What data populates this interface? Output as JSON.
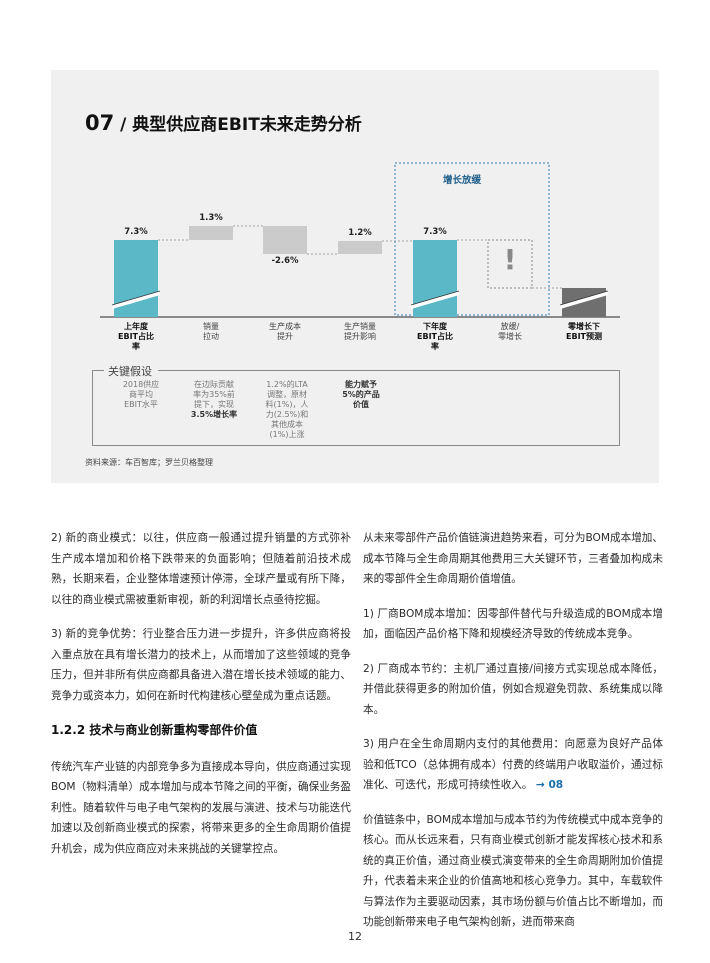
{
  "chart": {
    "number": "07",
    "slash": "/",
    "title": "典型供应商EBIT未来走势分析",
    "growth_box_label": "增长放缓",
    "assumptions_title": "关键假设",
    "assumptions": [
      "2018供应\n商平均\nEBIT水平",
      "在边际贡献\n率为35%前\n提下，实现\n3.5%增长率",
      "1.2%的LTA\n调整，原材\n料(1%)，人\n力(2.5%)和\n其他成本\n(1%)上涨",
      "能力赋予\n5%的产品\n价值"
    ],
    "source": "资料来源：车百智库；罗兰贝格整理",
    "colors": {
      "teal": "#5bb8c6",
      "grey": "#cbcbcb",
      "dark": "#6f6f6f",
      "box": "#2f7fb5"
    }
  },
  "chart_data": {
    "type": "bar",
    "categories": [
      "上年度\nEBIT占比\n率",
      "销量\n拉动",
      "生产成本\n提升",
      "生产销量\n提升影响",
      "下年度\nEBIT占比\n率",
      "放缓/\n零增长",
      "零增长下\nEBIT预测"
    ],
    "value_labels": [
      "7.3%",
      "1.3%",
      "-2.6%",
      "1.2%",
      "7.3%",
      "!",
      ""
    ],
    "values": [
      7.3,
      1.3,
      -2.6,
      1.2,
      7.3,
      null,
      null
    ]
  },
  "body": {
    "left": [
      "2) 新的商业模式：以往，供应商一般通过提升销量的方式弥补生产成本增加和价格下跌带来的负面影响；但随着前沿技术成熟，长期来看，企业整体增速预计停滞，全球产量或有所下降，以往的商业模式需被重新审视，新的利润增长点亟待挖掘。",
      "3) 新的竞争优势：行业整合压力进一步提升，许多供应商将投入重点放在具有增长潜力的技术上，从而增加了这些领域的竞争压力，但并非所有供应商都具备进入潜在增长技术领域的能力、竞争力或资本力，如何在新时代构建核心壁垒成为重点话题。"
    ],
    "heading": "1.2.2 技术与商业创新重构零部件价值",
    "left_after": "传统汽车产业链的内部竞争多为直接成本导向，供应商通过实现BOM（物料清单）成本增加与成本节降之间的平衡，确保业务盈利性。随着软件与电子电气架构的发展与演进、技术与功能迭代加速以及创新商业模式的探索，将带来更多的全生命周期价值提升机会，成为供应商应对未来挑战的关键掌控点。",
    "right": [
      "从未来零部件产品价值链演进趋势来看，可分为BOM成本增加、成本节降与全生命周期其他费用三大关键环节，三者叠加构成未来的零部件全生命周期价值增值。",
      "1) 厂商BOM成本增加：因零部件替代与升级造成的BOM成本增加，面临因产品价格下降和规模经济导致的传统成本竞争。",
      "2) 厂商成本节约：主机厂通过直接/间接方式实现总成本降低，并借此获得更多的附加价值，例如合规避免罚款、系统集成以降本。"
    ],
    "right_para3": "3) 用户在全生命周期内支付的其他费用：向愿意为良好产品体验和低TCO（总体拥有成本）付费的终端用户收取溢价，通过标准化、可迭代，形成可持续性收入。",
    "right_link": "→ 08",
    "right_last": "价值链条中，BOM成本增加与成本节约为传统模式中成本竞争的核心。而从长远来看，只有商业模式创新才能发挥核心技术和系统的真正价值，通过商业模式演变带来的全生命周期附加价值提升，代表着未来企业的价值高地和核心竞争力。其中，车载软件与算法作为主要驱动因素，其市场份额与价值占比不断增加，而功能创新带来电子电气架构创新，进而带来商"
  },
  "page_number": "12"
}
